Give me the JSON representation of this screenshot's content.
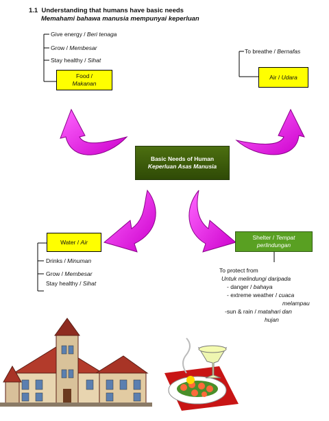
{
  "header": {
    "number": "1.1",
    "title": "Understanding that humans have basic needs",
    "subtitle": "Memahami bahawa manusia mempunyai keperluan"
  },
  "center": {
    "title": "Basic Needs of Human",
    "subtitle": "Keperluan Asas Manusia"
  },
  "food": {
    "label_en": "Food /",
    "label_ms": "Makanan",
    "items": [
      {
        "en": "Give energy / ",
        "ms": "Beri tenaga"
      },
      {
        "en": "Grow / ",
        "ms": "Membesar"
      },
      {
        "en": "Stay healthy / ",
        "ms": "Sihat"
      }
    ]
  },
  "air": {
    "label_en": "Air / ",
    "label_ms": "Udara",
    "items": [
      {
        "en": "To breathe / ",
        "ms": "Bernafas"
      }
    ]
  },
  "water": {
    "label_en": "Water / ",
    "label_ms": "Air",
    "items": [
      {
        "en": "Drinks / ",
        "ms": "Minuman"
      },
      {
        "en": "Grow / ",
        "ms": "Membesar"
      },
      {
        "en": "Stay healthy / ",
        "ms": "Sihat"
      }
    ]
  },
  "shelter": {
    "label_en": "Shelter / ",
    "label_ms": "Tempat",
    "label_ms2": "perlindungan",
    "intro_en": "To protect from",
    "intro_ms": "Untuk melindungi daripada",
    "items": [
      {
        "en": "- danger / ",
        "ms": "bahaya"
      },
      {
        "en": "- extreme weather / ",
        "ms": "cuaca"
      },
      {
        "ms2": "melampau"
      },
      {
        "en": "-sun & rain / ",
        "ms": "matahari dan"
      },
      {
        "ms2": "hujan"
      }
    ]
  },
  "colors": {
    "arrow": "#e800e8",
    "yellow": "#ffff00",
    "green": "#59a022",
    "center_bg": "#3b5a09"
  },
  "icons": [
    "house-clipart-icon",
    "food-platter-clipart-icon"
  ]
}
